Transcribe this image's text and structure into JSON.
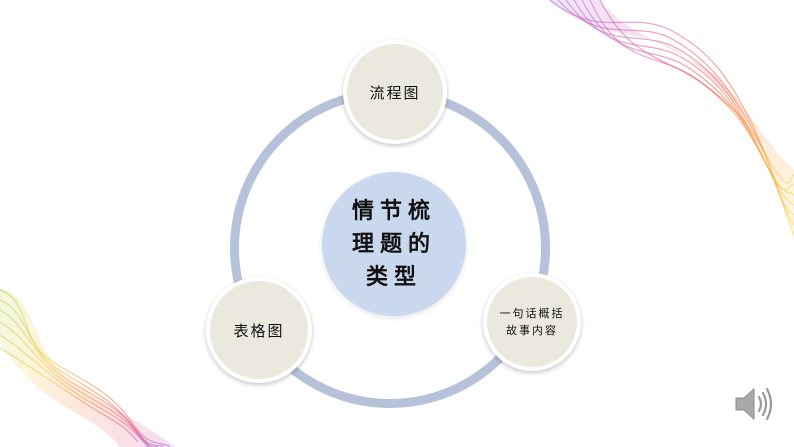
{
  "diagram": {
    "center_label": "情节梳理题的类型",
    "nodes": [
      {
        "label": "流程图"
      },
      {
        "label": "表格图"
      },
      {
        "label": "一句话概括故事内容"
      }
    ]
  },
  "colors": {
    "ring": "#b6c2da",
    "center_fill": "#c9d8ee",
    "node_fill": "#ebe9dd",
    "background": "#ffffff"
  },
  "icons": {
    "audio": "speaker-icon"
  }
}
